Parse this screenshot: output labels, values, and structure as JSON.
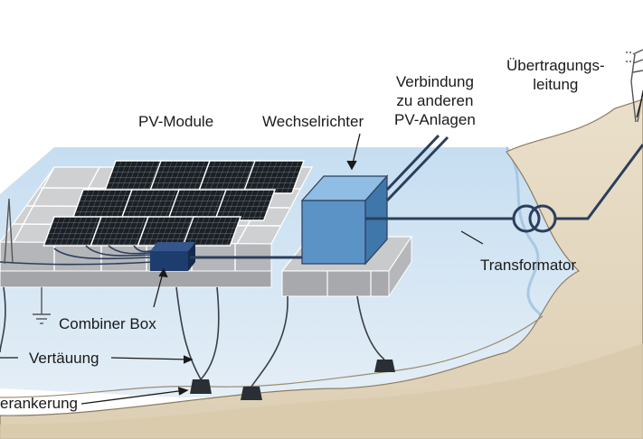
{
  "labels": {
    "pv_module": "PV-Module",
    "wechselrichter": "Wechselrichter",
    "verbindung": "Verbindung\nzu anderen\nPV-Anlagen",
    "uebertragung": "Übertragungs-\nleitung",
    "transformator": "Transformator",
    "combiner_box": "Combiner Box",
    "vertaeuung": "Vertäuung",
    "verankerung": "Verankerung",
    "verankerung_visible": "erankerung"
  },
  "colors": {
    "water_top": "#bcd8ee",
    "water_bottom": "#dbeaf5",
    "ground": "#e8dcc6",
    "ground_dark": "#d6c7aa",
    "float": "#c9cacc",
    "float_dark": "#a7a8ab",
    "panel": "#1b2026",
    "inverter": "#5c93c6",
    "combiner": "#1d3d6e",
    "cable": "#2b3f5c"
  }
}
